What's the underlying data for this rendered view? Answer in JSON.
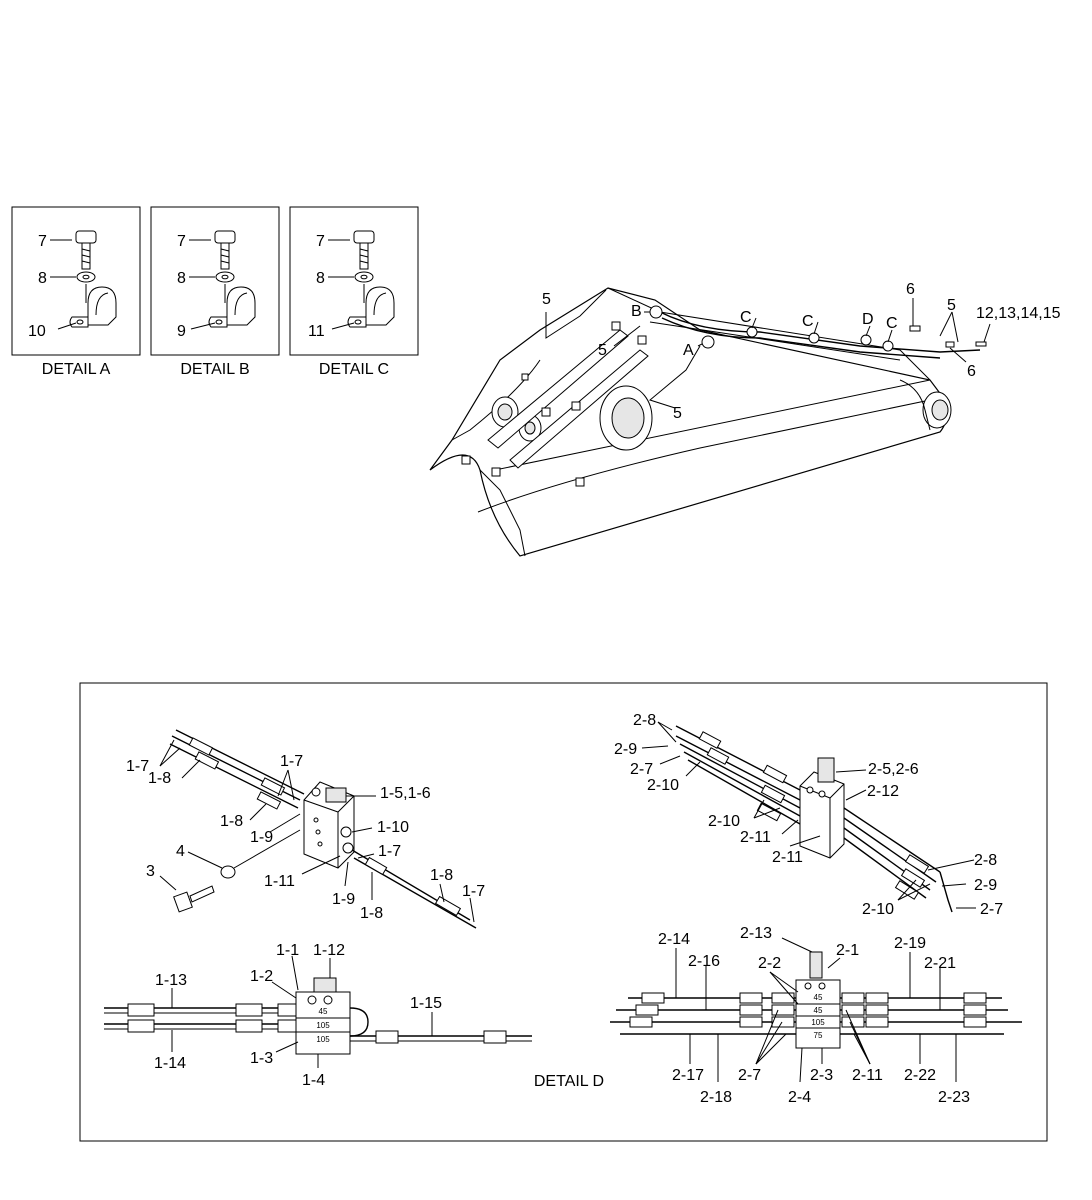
{
  "details_abc": [
    {
      "caption": "DETAIL A",
      "bolt": "7",
      "washer": "8",
      "clamp": "10"
    },
    {
      "caption": "DETAIL B",
      "bolt": "7",
      "washer": "8",
      "clamp": "9"
    },
    {
      "caption": "DETAIL C",
      "bolt": "7",
      "washer": "8",
      "clamp": "11"
    }
  ],
  "boom": {
    "labels": [
      "5",
      "B",
      "5",
      "A",
      "5",
      "C",
      "C",
      "D",
      "C",
      "6",
      "5",
      "12,13,14,15",
      "6"
    ]
  },
  "detail_d": {
    "caption": "DETAIL D",
    "tl_labels": [
      "1-7",
      "1-8",
      "1-7",
      "1-8",
      "1-9",
      "1-5,1-6",
      "1-10",
      "1-7",
      "1-11",
      "1-9",
      "1-8",
      "1-8",
      "1-7",
      "4",
      "3"
    ],
    "bl_labels": [
      "1-1",
      "1-12",
      "1-2",
      "1-13",
      "1-15",
      "1-3",
      "1-14",
      "1-4"
    ],
    "bl_block_marks": [
      "45",
      "105",
      "105"
    ],
    "tr_labels": [
      "2-8",
      "2-9",
      "2-7",
      "2-10",
      "2-5,2-6",
      "2-12",
      "2-10",
      "2-11",
      "2-11",
      "2-8",
      "2-9",
      "2-10",
      "2-7"
    ],
    "br_labels": [
      "2-13",
      "2-14",
      "2-16",
      "2-1",
      "2-19",
      "2-21",
      "2-2",
      "2-17",
      "2-18",
      "2-7",
      "2-4",
      "2-3",
      "2-11",
      "2-22",
      "2-23"
    ],
    "br_block_marks": [
      "45",
      "45",
      "105",
      "75"
    ]
  }
}
